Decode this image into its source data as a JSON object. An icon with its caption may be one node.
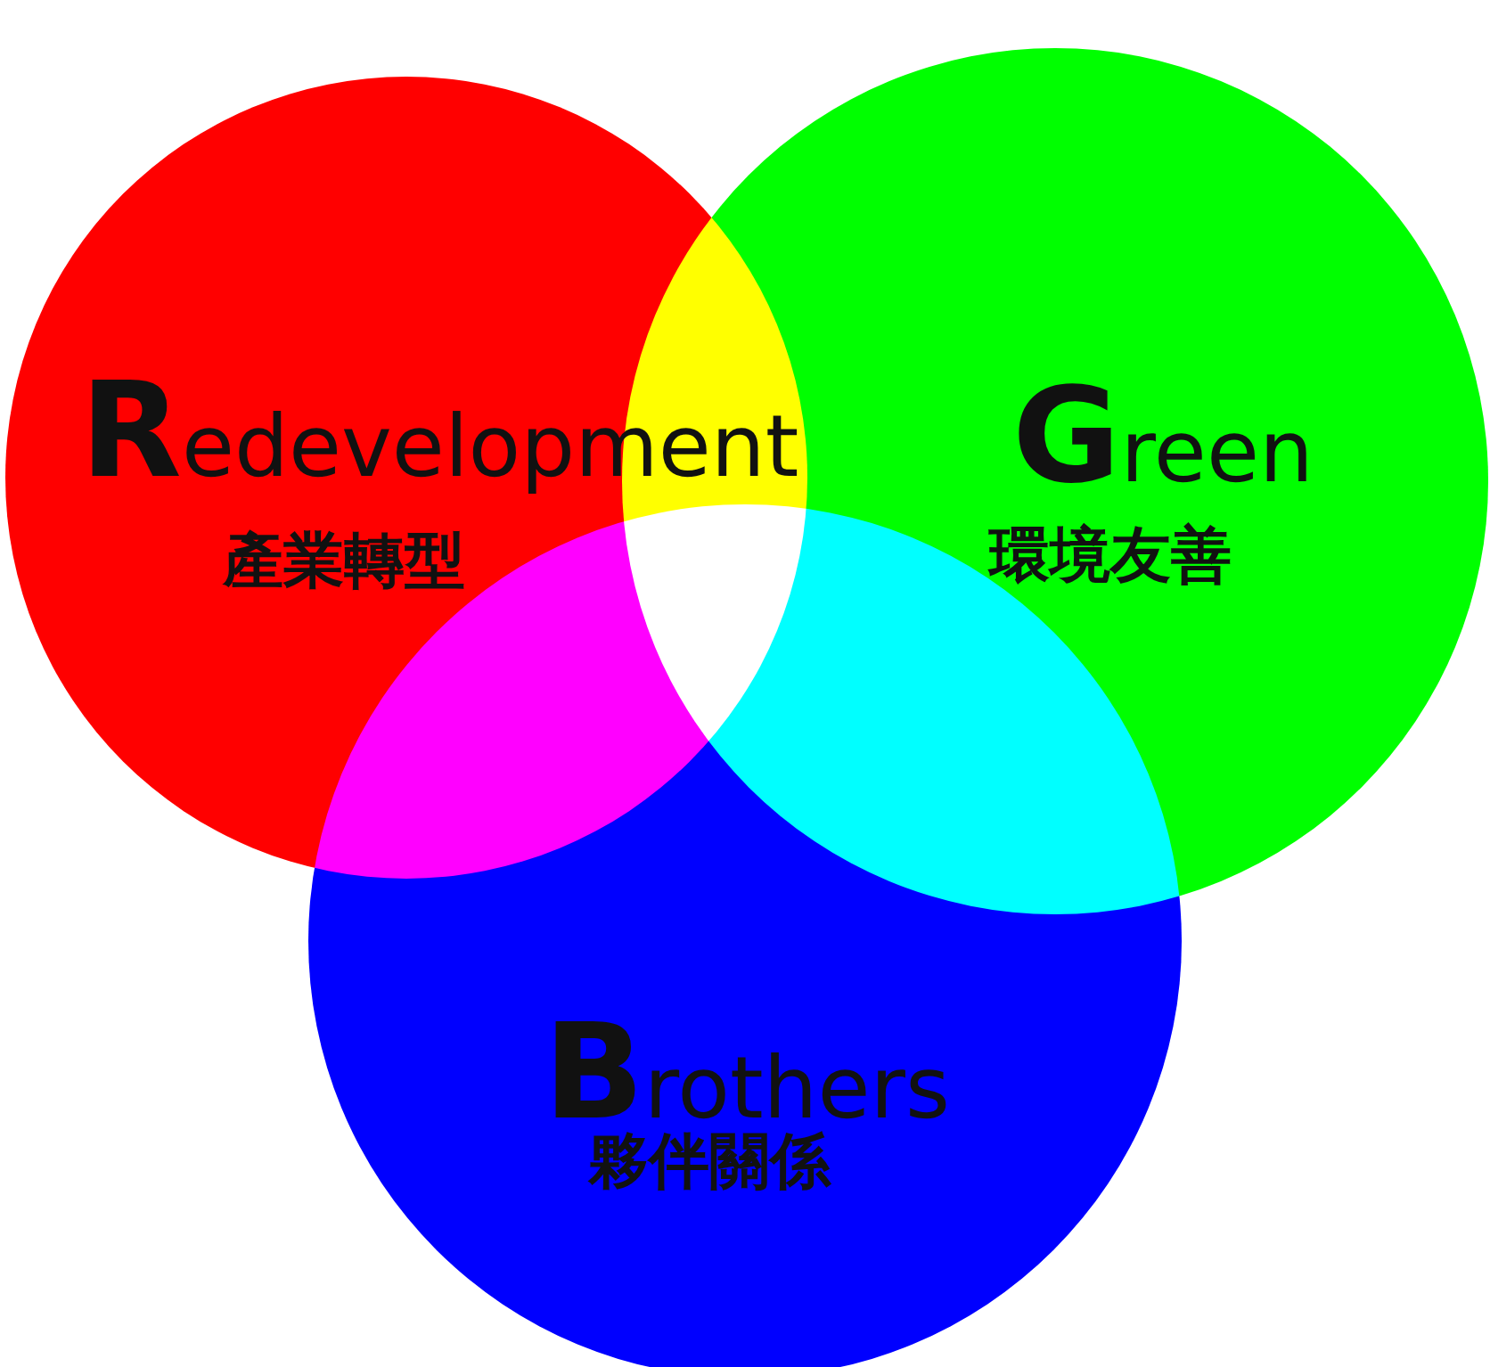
{
  "diagram": {
    "nodes": [
      {
        "text": [
          "Redevelopment",
          "產業轉型"
        ]
      },
      {
        "text": [
          "Green",
          "環境友善"
        ]
      },
      {
        "text": [
          "Brothers",
          "夥伴關係"
        ]
      }
    ],
    "edges": []
  }
}
